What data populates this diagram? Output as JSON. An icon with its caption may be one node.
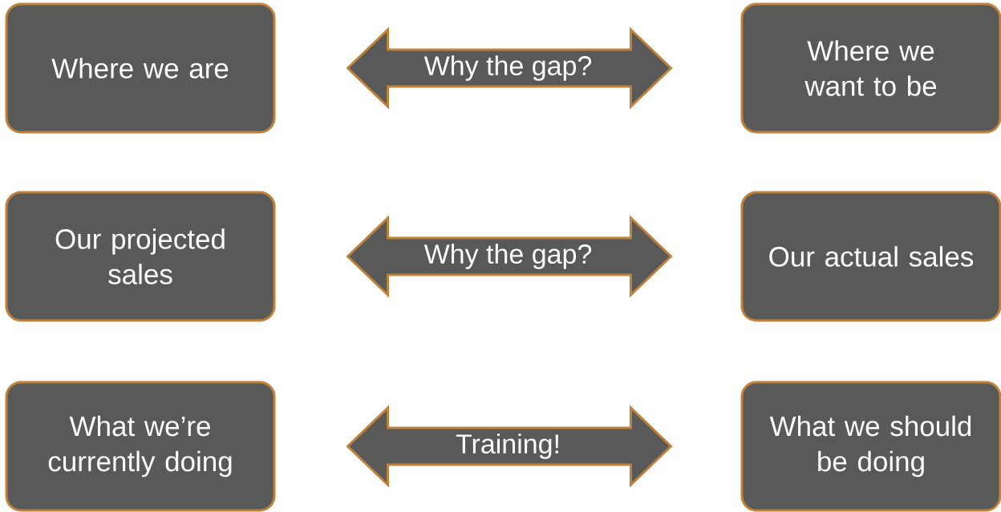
{
  "diagram": {
    "nodes": [
      {
        "text": [
          "Where we are"
        ]
      },
      {
        "text": [
          "Where we want to be"
        ]
      },
      {
        "text": [
          "Our projected sales"
        ]
      },
      {
        "text": [
          "Our actual sales"
        ]
      },
      {
        "text": [
          "What we’re currently doing"
        ]
      },
      {
        "text": [
          "What we should be doing"
        ]
      }
    ],
    "edges": [
      {
        "from": 0,
        "to": 1,
        "arrow": "both",
        "label": "Why the gap?"
      },
      {
        "from": 2,
        "to": 3,
        "arrow": "both",
        "label": "Why the gap?"
      },
      {
        "from": 4,
        "to": 5,
        "arrow": "both",
        "label": "Training!"
      }
    ]
  }
}
